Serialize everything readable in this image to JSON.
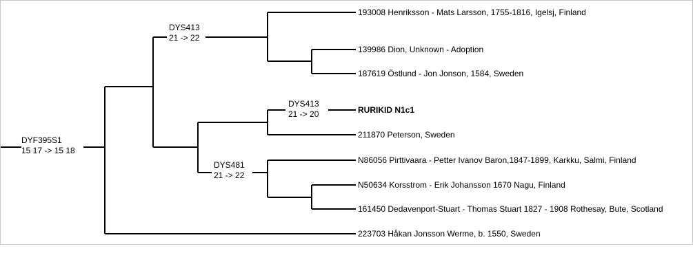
{
  "mutations": {
    "root": {
      "marker": "DYF395S1",
      "change": "15 17 -> 15 18"
    },
    "upper": {
      "marker": "DYS413",
      "change": "21 -> 22"
    },
    "rurikid": {
      "marker": "DYS413",
      "change": "21 -> 20"
    },
    "lower": {
      "marker": "DYS481",
      "change": "21 -> 22"
    }
  },
  "leaves": {
    "henriksson": "193008 Henriksson - Mats Larsson, 1755-1816, Igelsj, Finland",
    "dion": "139986 Dion, Unknown - Adoption",
    "ostlund": "187619 Östlund  - Jon Jonson, 1584, Sweden",
    "rurikid": "RURIKID N1c1",
    "peterson": "211870 Peterson, Sweden",
    "pirttivaara": "N86056 Pirttivaara - Petter Ivanov Baron,1847-1899, Karkku, Salmi, Finland",
    "korsstrom": "N50634 Korsstrom - Erik Johansson 1670 Nagu, Finland",
    "dedavenport": "161450 Dedavenport-Stuart - Thomas Stuart 1827 - 1908 Rothesay, Bute, Scotland",
    "werme": "223703 Håkan Jonsson Werme, b. 1550, Sweden"
  }
}
